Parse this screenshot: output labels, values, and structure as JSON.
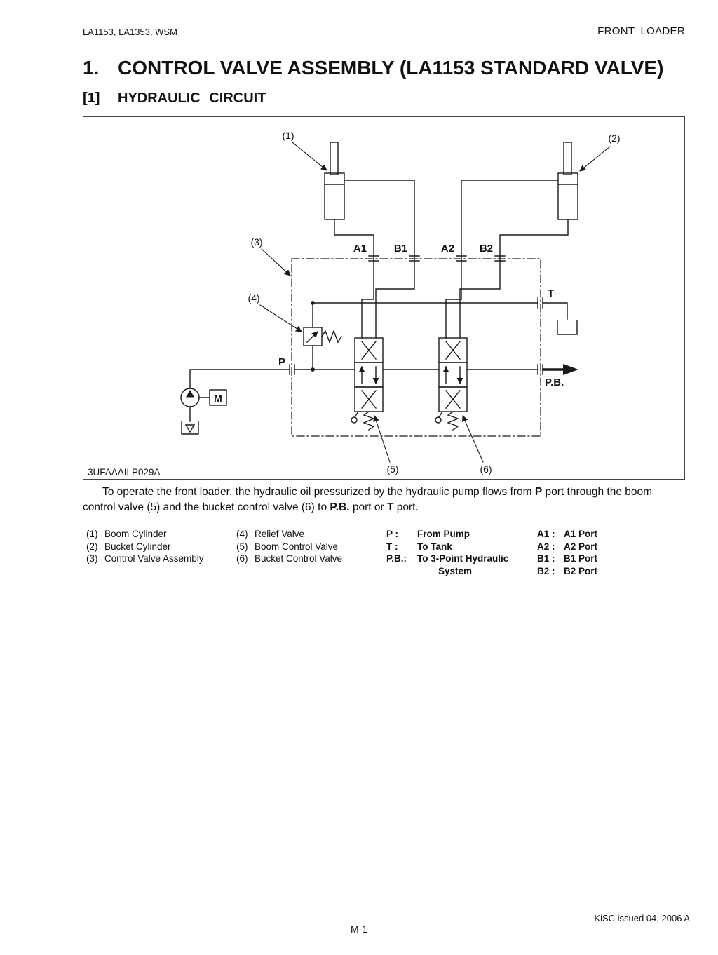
{
  "page": {
    "header_left": "LA1153, LA1353, WSM",
    "header_right": "FRONT LOADER",
    "title_number": "1.",
    "title": "CONTROL VALVE ASSEMBLY (LA1153 STANDARD VALVE)",
    "section_number": "[1]",
    "section_title": "HYDRAULIC CIRCUIT",
    "footer_note": "KiSC issued 04, 2006 A",
    "page_number": "M-1"
  },
  "figure": {
    "code": "3UFAAAILP029A",
    "callouts": {
      "c1": "(1)",
      "c2": "(2)",
      "c3": "(3)",
      "c4": "(4)",
      "c5": "(5)",
      "c6": "(6)"
    },
    "labels": {
      "a1": "A1",
      "b1": "B1",
      "a2": "A2",
      "b2": "B2",
      "t": "T",
      "p": "P",
      "pb": "P.B.",
      "m": "M"
    }
  },
  "description": {
    "parts": [
      {
        "text": "To operate the front loader, the hydraulic oil pressurized by the hydraulic pump flows from "
      },
      {
        "text": "P",
        "bold": true
      },
      {
        "text": " port through the boom control valve (5) and the bucket control valve (6) to "
      },
      {
        "text": "P.B.",
        "bold": true
      },
      {
        "text": " port or "
      },
      {
        "text": "T",
        "bold": true
      },
      {
        "text": " port."
      }
    ]
  },
  "legend": {
    "col1": [
      {
        "num": "(1)",
        "label": "Boom Cylinder"
      },
      {
        "num": "(2)",
        "label": "Bucket Cylinder"
      },
      {
        "num": "(3)",
        "label": "Control Valve Assembly"
      }
    ],
    "col2": [
      {
        "num": "(4)",
        "label": "Relief Valve"
      },
      {
        "num": "(5)",
        "label": "Boom Control Valve"
      },
      {
        "num": "(6)",
        "label": "Bucket Control Valve"
      }
    ],
    "col3": [
      {
        "key": "P :",
        "label": "From Pump"
      },
      {
        "key": "T :",
        "label": "To Tank"
      },
      {
        "key": "P.B.:",
        "label": "To 3-Point Hydraulic"
      },
      {
        "key": "",
        "label": "System"
      }
    ],
    "col4": [
      {
        "key": "A1 :",
        "label": "A1 Port"
      },
      {
        "key": "A2 :",
        "label": "A2 Port"
      },
      {
        "key": "B1 :",
        "label": "B1 Port"
      },
      {
        "key": "B2 :",
        "label": "B2 Port"
      }
    ]
  }
}
